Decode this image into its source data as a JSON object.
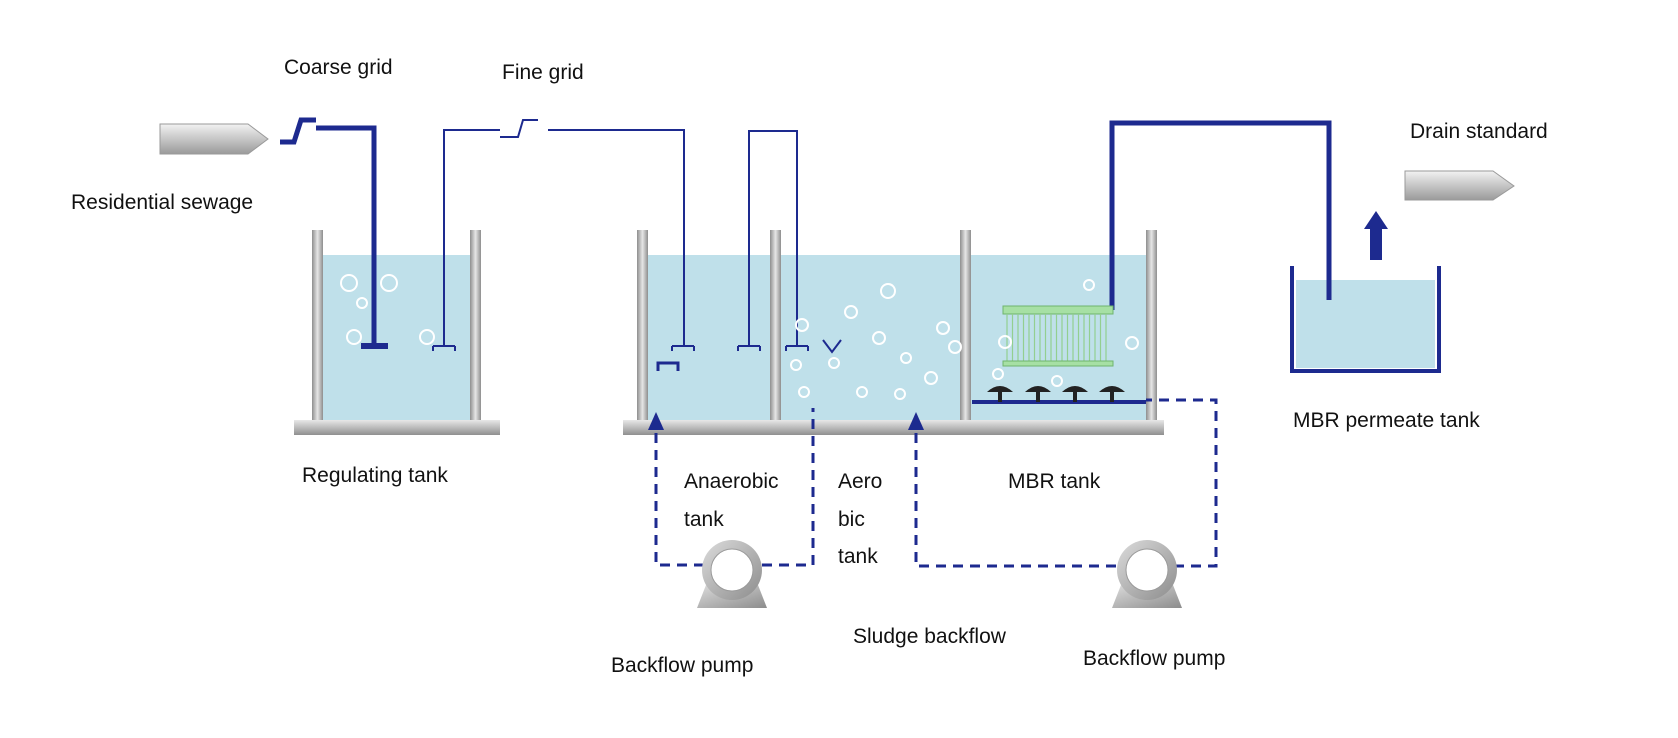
{
  "labels": {
    "coarse_grid": "Coarse grid",
    "fine_grid": "Fine grid",
    "residential_sewage": "Residential sewage",
    "regulating_tank": "Regulating tank",
    "anaerobic_tank_line1": "Anaerobic",
    "anaerobic_tank_line2": "tank",
    "aerobic_tank_line1": "Aero",
    "aerobic_tank_line2": "bic",
    "aerobic_tank_line3": "tank",
    "mbr_tank": "MBR tank",
    "mbr_permeate_tank": "MBR permeate tank",
    "drain_standard": "Drain standard",
    "sludge_backflow": "Sludge backflow",
    "backflow_pump_left": "Backflow pump",
    "backflow_pump_right": "Backflow pump"
  },
  "colors": {
    "water": "#bfe0ea",
    "pipe": "#1d2a8f",
    "wall": "#b5b5b5",
    "membrane": "#a6e0a4",
    "pump": "#b3b3b3"
  }
}
